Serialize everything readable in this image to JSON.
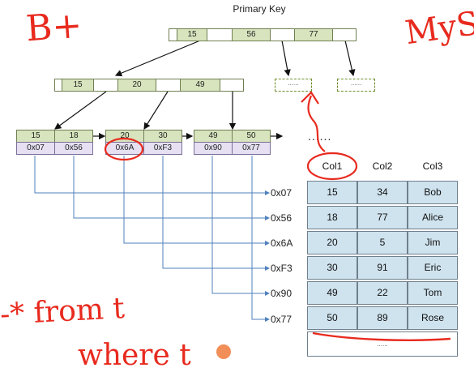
{
  "title": "Primary Key",
  "root": [
    "15",
    "56",
    "77"
  ],
  "level2": [
    "15",
    "20",
    "49"
  ],
  "dashed_node_text": "......",
  "leaves": [
    {
      "keys": [
        "15",
        "18"
      ],
      "addrs": [
        "0x07",
        "0x56"
      ]
    },
    {
      "keys": [
        "20",
        "30"
      ],
      "addrs": [
        "0x6A",
        "0xF3"
      ]
    },
    {
      "keys": [
        "49",
        "50"
      ],
      "addrs": [
        "0x90",
        "0x77"
      ]
    }
  ],
  "leaf_ellipsis": "......",
  "addr_labels": [
    "0x07",
    "0x56",
    "0x6A",
    "0xF3",
    "0x90",
    "0x77"
  ],
  "table": {
    "headers": [
      "Col1",
      "Col2",
      "Col3"
    ],
    "rows": [
      [
        "15",
        "34",
        "Bob"
      ],
      [
        "18",
        "77",
        "Alice"
      ],
      [
        "20",
        "5",
        "Jim"
      ],
      [
        "30",
        "91",
        "Eric"
      ],
      [
        "49",
        "22",
        "Tom"
      ],
      [
        "50",
        "89",
        "Rose"
      ]
    ],
    "footer": "......"
  },
  "handwriting": {
    "btree": "B+",
    "mysql": "MyS",
    "select_from": "-* from t",
    "where": "where t"
  },
  "colors": {
    "key_fill": "#d7e4bd",
    "addr_fill": "#e6e0f2",
    "table_fill": "#cfe3ee",
    "connector": "#4f81bd",
    "annotation": "#e82a1e"
  }
}
